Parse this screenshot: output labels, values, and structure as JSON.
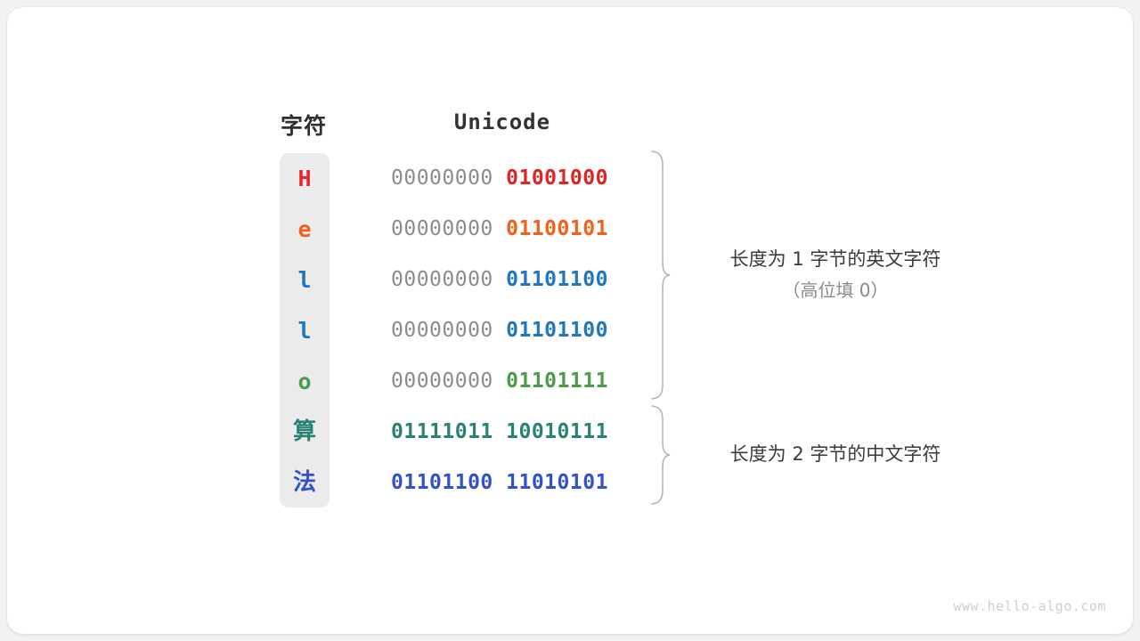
{
  "figure": {
    "watermark": "www.hello-algo.com",
    "background_color": "#f2f2f2",
    "card_color": "#ffffff",
    "char_strip_color": "#ebebeb"
  },
  "headers": {
    "char": "字符",
    "code": "Unicode"
  },
  "rows": [
    {
      "char": "H",
      "char_color": "#e8272c",
      "high_byte": "00000000",
      "low_byte": "01001000",
      "high_color": "#8c8c8c",
      "low_color": "#e02424",
      "cjk": false
    },
    {
      "char": "e",
      "char_color": "#f2601a",
      "high_byte": "00000000",
      "low_byte": "01100101",
      "high_color": "#8c8c8c",
      "low_color": "#f2601a",
      "cjk": false
    },
    {
      "char": "l",
      "char_color": "#2077c0",
      "high_byte": "00000000",
      "low_byte": "01101100",
      "high_color": "#8c8c8c",
      "low_color": "#2077c0",
      "cjk": false
    },
    {
      "char": "l",
      "char_color": "#2077c0",
      "high_byte": "00000000",
      "low_byte": "01101100",
      "high_color": "#8c8c8c",
      "low_color": "#2077c0",
      "cjk": false
    },
    {
      "char": "o",
      "char_color": "#4a9b4a",
      "high_byte": "00000000",
      "low_byte": "01101111",
      "high_color": "#8c8c8c",
      "low_color": "#4a9b4a",
      "cjk": false
    },
    {
      "char": "算",
      "char_color": "#2a8275",
      "high_byte": "01111011",
      "low_byte": "10010111",
      "high_color": "#2a8275",
      "low_color": "#2a8275",
      "cjk": true
    },
    {
      "char": "法",
      "char_color": "#3351cc",
      "high_byte": "01101100",
      "low_byte": "11010101",
      "high_color": "#3351cc",
      "low_color": "#3351cc",
      "cjk": true
    }
  ],
  "annotations": [
    {
      "line1": "长度为 1 字节的英文字符",
      "line2": "（高位填 0）",
      "covers_rows": "1-5"
    },
    {
      "line1": "长度为 2 字节的中文字符",
      "line2": "",
      "covers_rows": "6-7"
    }
  ],
  "brace_color": "#b5b5b5"
}
